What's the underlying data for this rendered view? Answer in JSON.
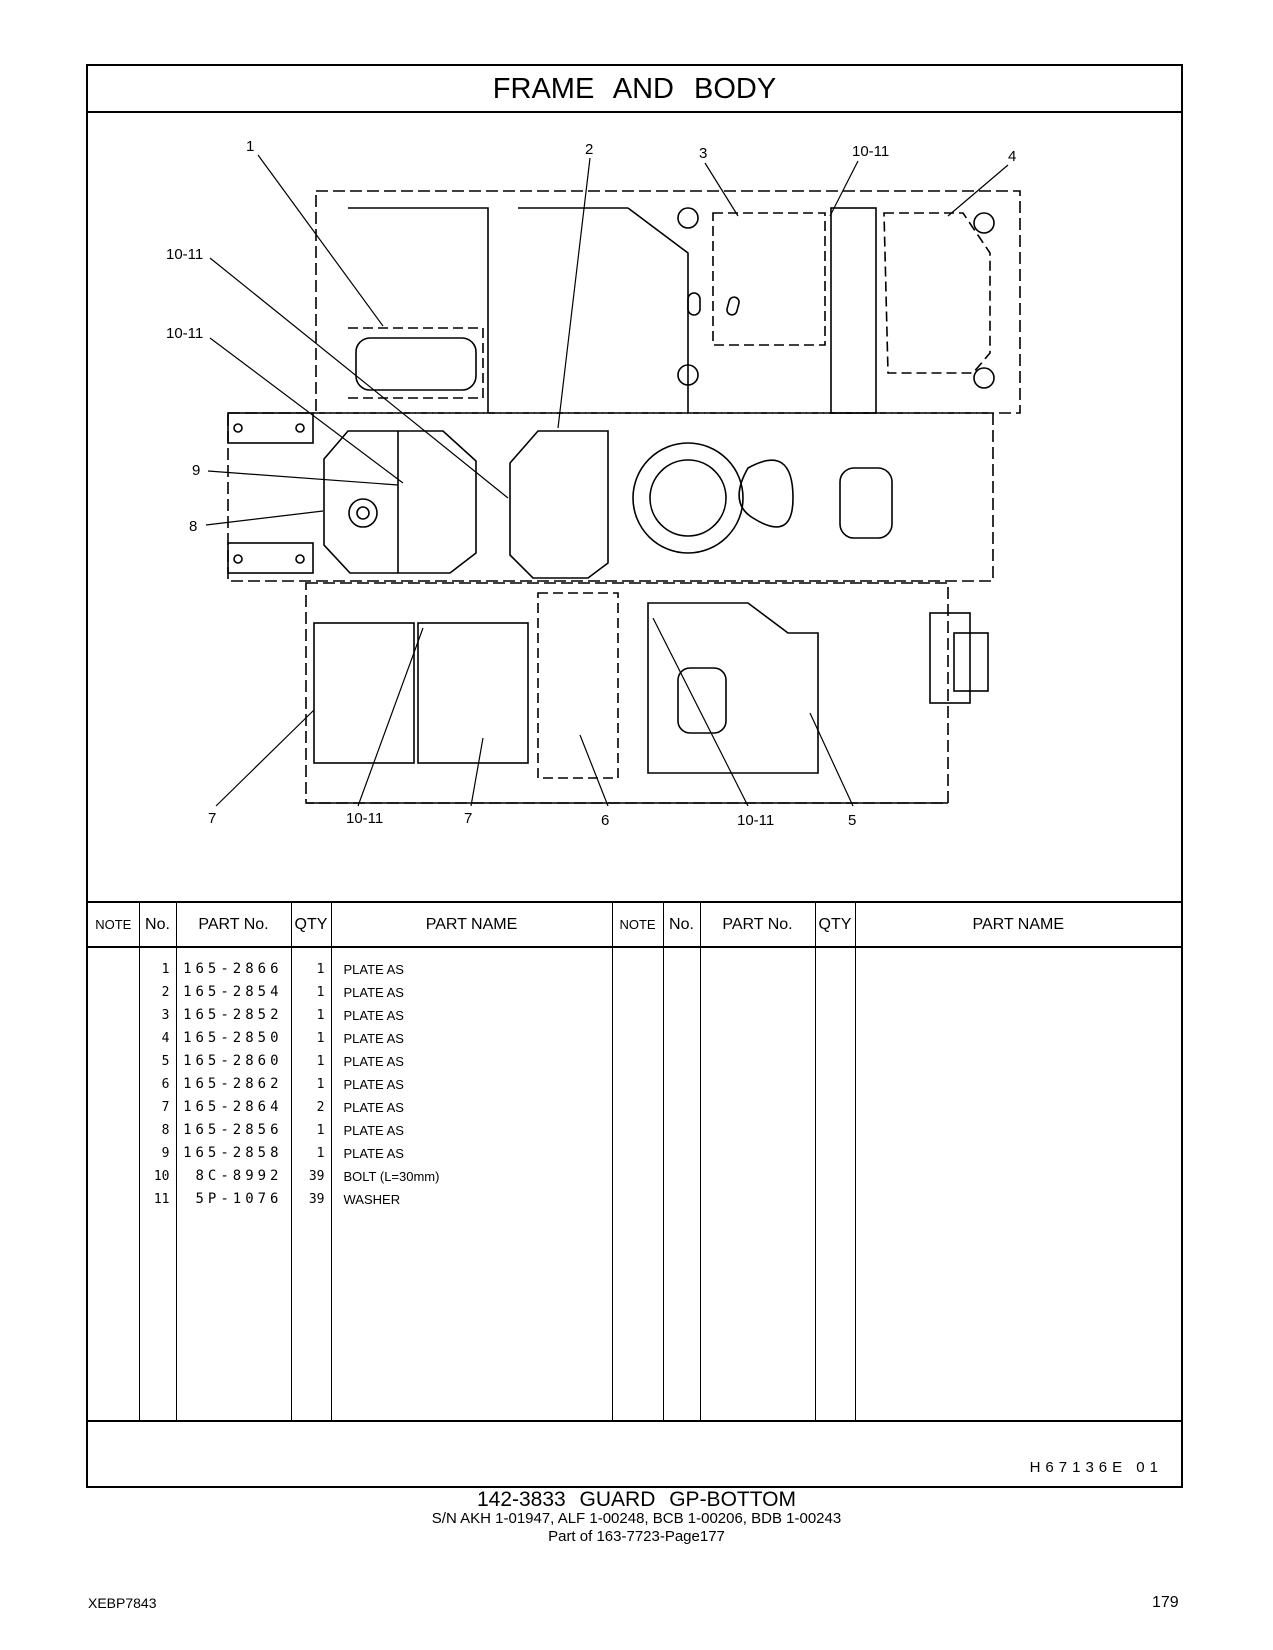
{
  "section_title": "FRAME   AND   BODY",
  "callouts": {
    "c1": "1",
    "c2": "2",
    "c3": "3",
    "c4": "4",
    "c5": "5",
    "c6": "6",
    "c7a": "7",
    "c7b": "7",
    "c8": "8",
    "c9": "9",
    "c10_11_top": "10-11",
    "c10_11_left_a": "10-11",
    "c10_11_left_b": "10-11",
    "c10_11_bottom_a": "10-11",
    "c10_11_bottom_b": "10-11"
  },
  "table_headers": {
    "note": "NOTE",
    "no": "No.",
    "part_no": "PART No.",
    "qty": "QTY",
    "part_name": "PART NAME"
  },
  "parts": [
    {
      "no": "1",
      "part_no": "165-2866",
      "qty": "1",
      "name": "PLATE  AS"
    },
    {
      "no": "2",
      "part_no": "165-2854",
      "qty": "1",
      "name": "PLATE  AS"
    },
    {
      "no": "3",
      "part_no": "165-2852",
      "qty": "1",
      "name": "PLATE  AS"
    },
    {
      "no": "4",
      "part_no": "165-2850",
      "qty": "1",
      "name": "PLATE  AS"
    },
    {
      "no": "5",
      "part_no": "165-2860",
      "qty": "1",
      "name": "PLATE  AS"
    },
    {
      "no": "6",
      "part_no": "165-2862",
      "qty": "1",
      "name": "PLATE  AS"
    },
    {
      "no": "7",
      "part_no": "165-2864",
      "qty": "2",
      "name": "PLATE  AS"
    },
    {
      "no": "8",
      "part_no": "165-2856",
      "qty": "1",
      "name": "PLATE  AS"
    },
    {
      "no": "9",
      "part_no": "165-2858",
      "qty": "1",
      "name": "PLATE  AS"
    },
    {
      "no": "10",
      "part_no": "8C-8992",
      "qty": "39",
      "name": "BOLT (L=30mm)"
    },
    {
      "no": "11",
      "part_no": "5P-1076",
      "qty": "39",
      "name": "WASHER"
    }
  ],
  "ref_code": "H67136E    01",
  "caption_title": "142-3833   GUARD  GP-BOTTOM",
  "caption_sn": "S/N AKH 1-01947, ALF 1-00248, BCB 1-00206, BDB 1-00243",
  "caption_part_of": "Part of 163-7723-Page177",
  "doc_id": "XEBP7843",
  "page_number": "179"
}
